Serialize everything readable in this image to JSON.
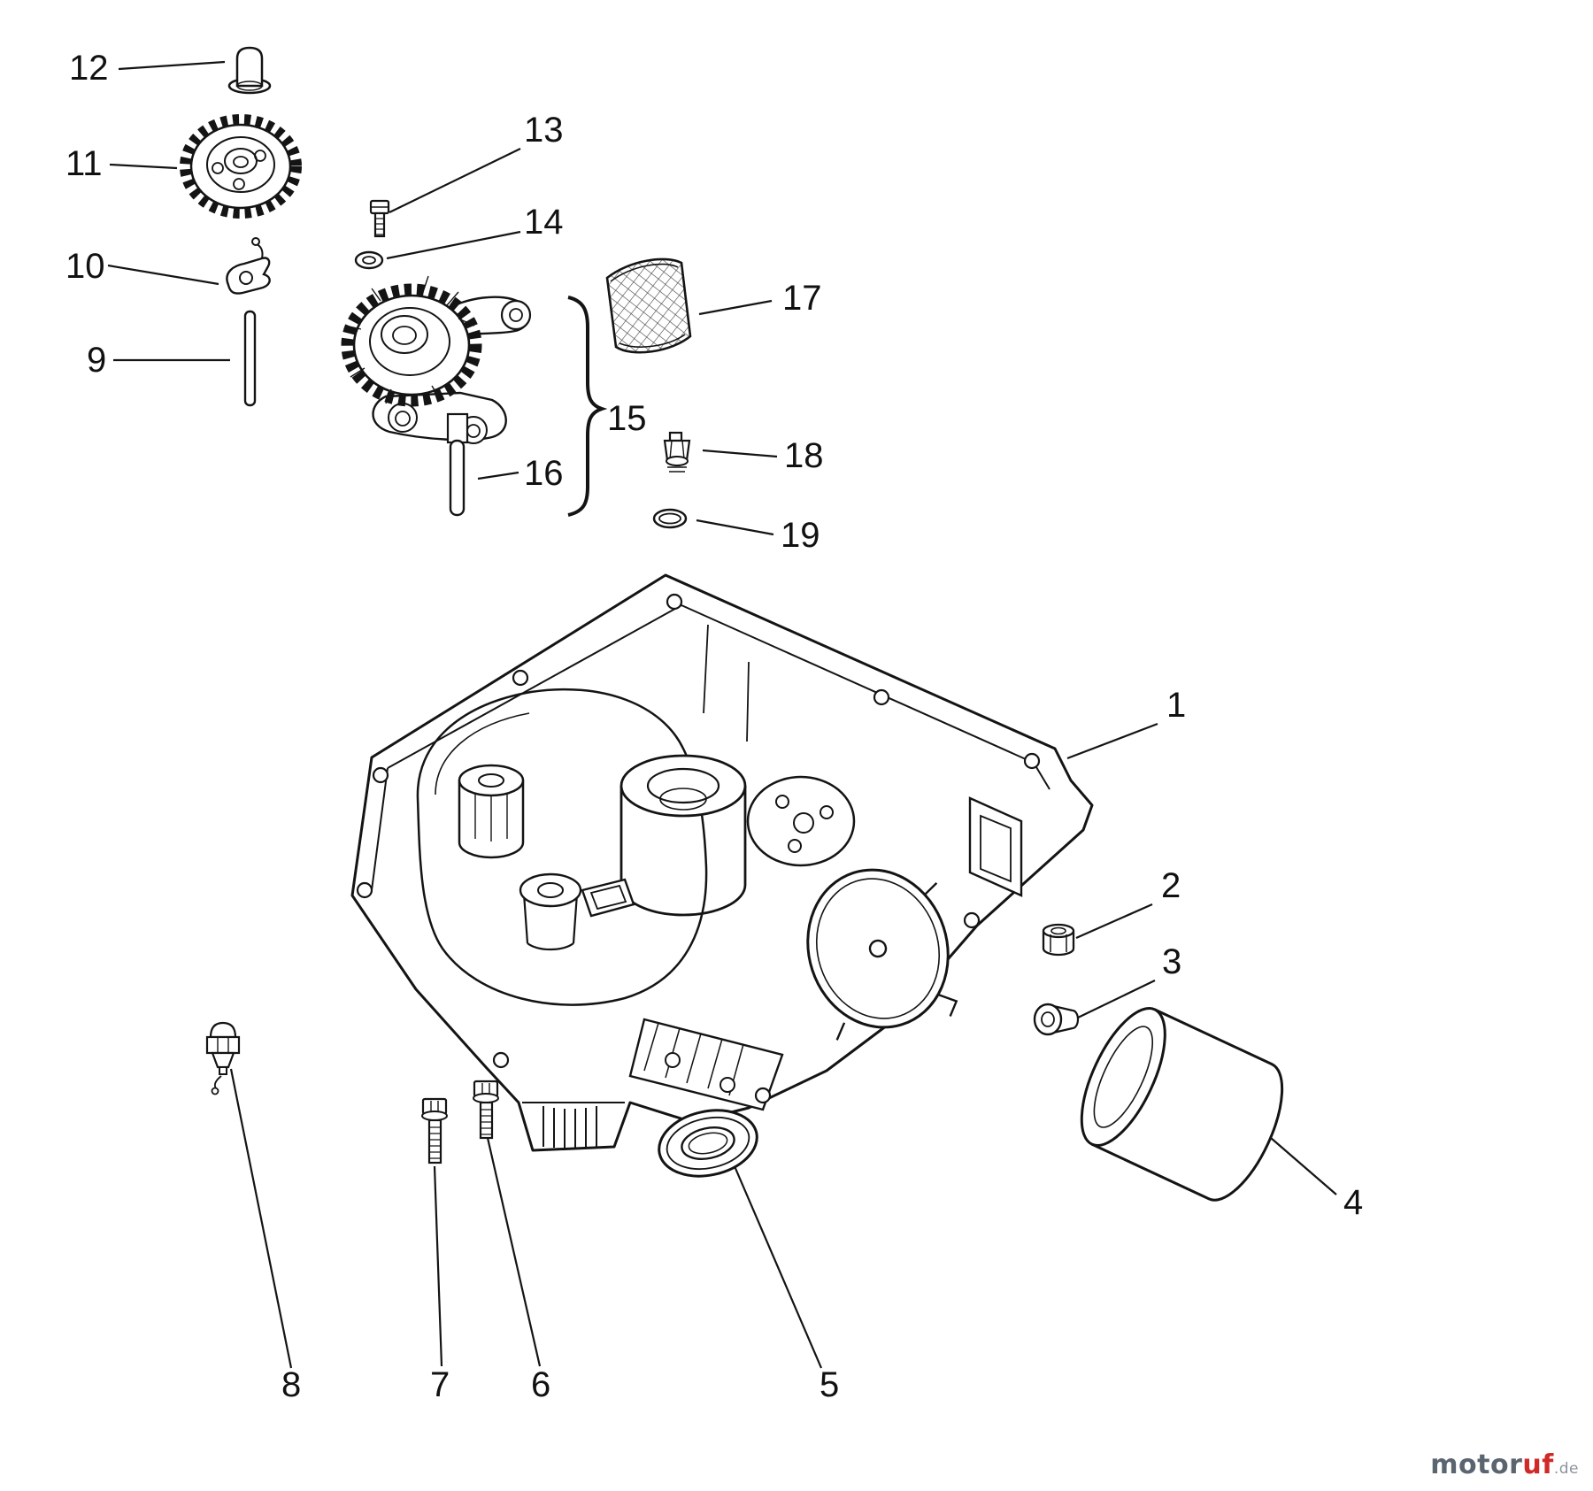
{
  "callouts": {
    "c1": "1",
    "c2": "2",
    "c3": "3",
    "c4": "4",
    "c5": "5",
    "c6": "6",
    "c7": "7",
    "c8": "8",
    "c9": "9",
    "c10": "10",
    "c11": "11",
    "c12": "12",
    "c13": "13",
    "c14": "14",
    "c15": "15",
    "c16": "16",
    "c17": "17",
    "c18": "18",
    "c19": "19"
  },
  "watermark": {
    "brand": "motor",
    "accent": "uf",
    "tld": ".de"
  },
  "colors": {
    "line": "#141414",
    "background": "#ffffff",
    "watermark_gray": "#5a6570",
    "watermark_red": "#cf2a27"
  }
}
